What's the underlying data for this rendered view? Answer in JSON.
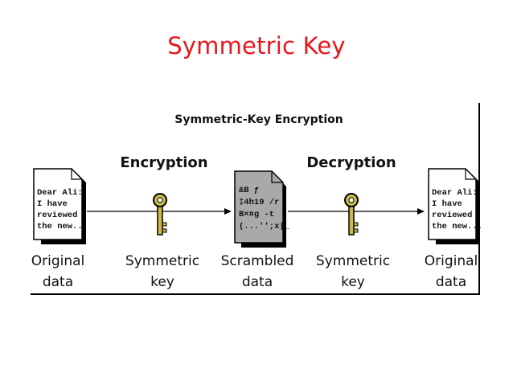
{
  "slide": {
    "title": "Symmetric Key"
  },
  "diagram": {
    "title": "Symmetric-Key Encryption",
    "encryption_label": "Encryption",
    "decryption_label": "Decryption",
    "original_doc_lines": [
      "Dear Ali:",
      "I have",
      "reviewed",
      "the new..."
    ],
    "scrambled_doc_lines": [
      "&B ƒ",
      "‡4h19 /r",
      "B×¤g -t",
      "(...'';x|_"
    ],
    "captions": {
      "original_left": [
        "Original",
        "data"
      ],
      "key_left": [
        "Symmetric",
        "key"
      ],
      "scrambled": [
        "Scrambled",
        "data"
      ],
      "key_right": [
        "Symmetric",
        "key"
      ],
      "original_right": [
        "Original",
        "data"
      ]
    },
    "icons": [
      "document-icon",
      "key-icon",
      "scrambled-document-icon",
      "key-icon",
      "document-icon"
    ],
    "colors": {
      "title": "#e8141b",
      "key": "#c9b84a",
      "scrambled_doc": "#a9a9a9"
    }
  }
}
